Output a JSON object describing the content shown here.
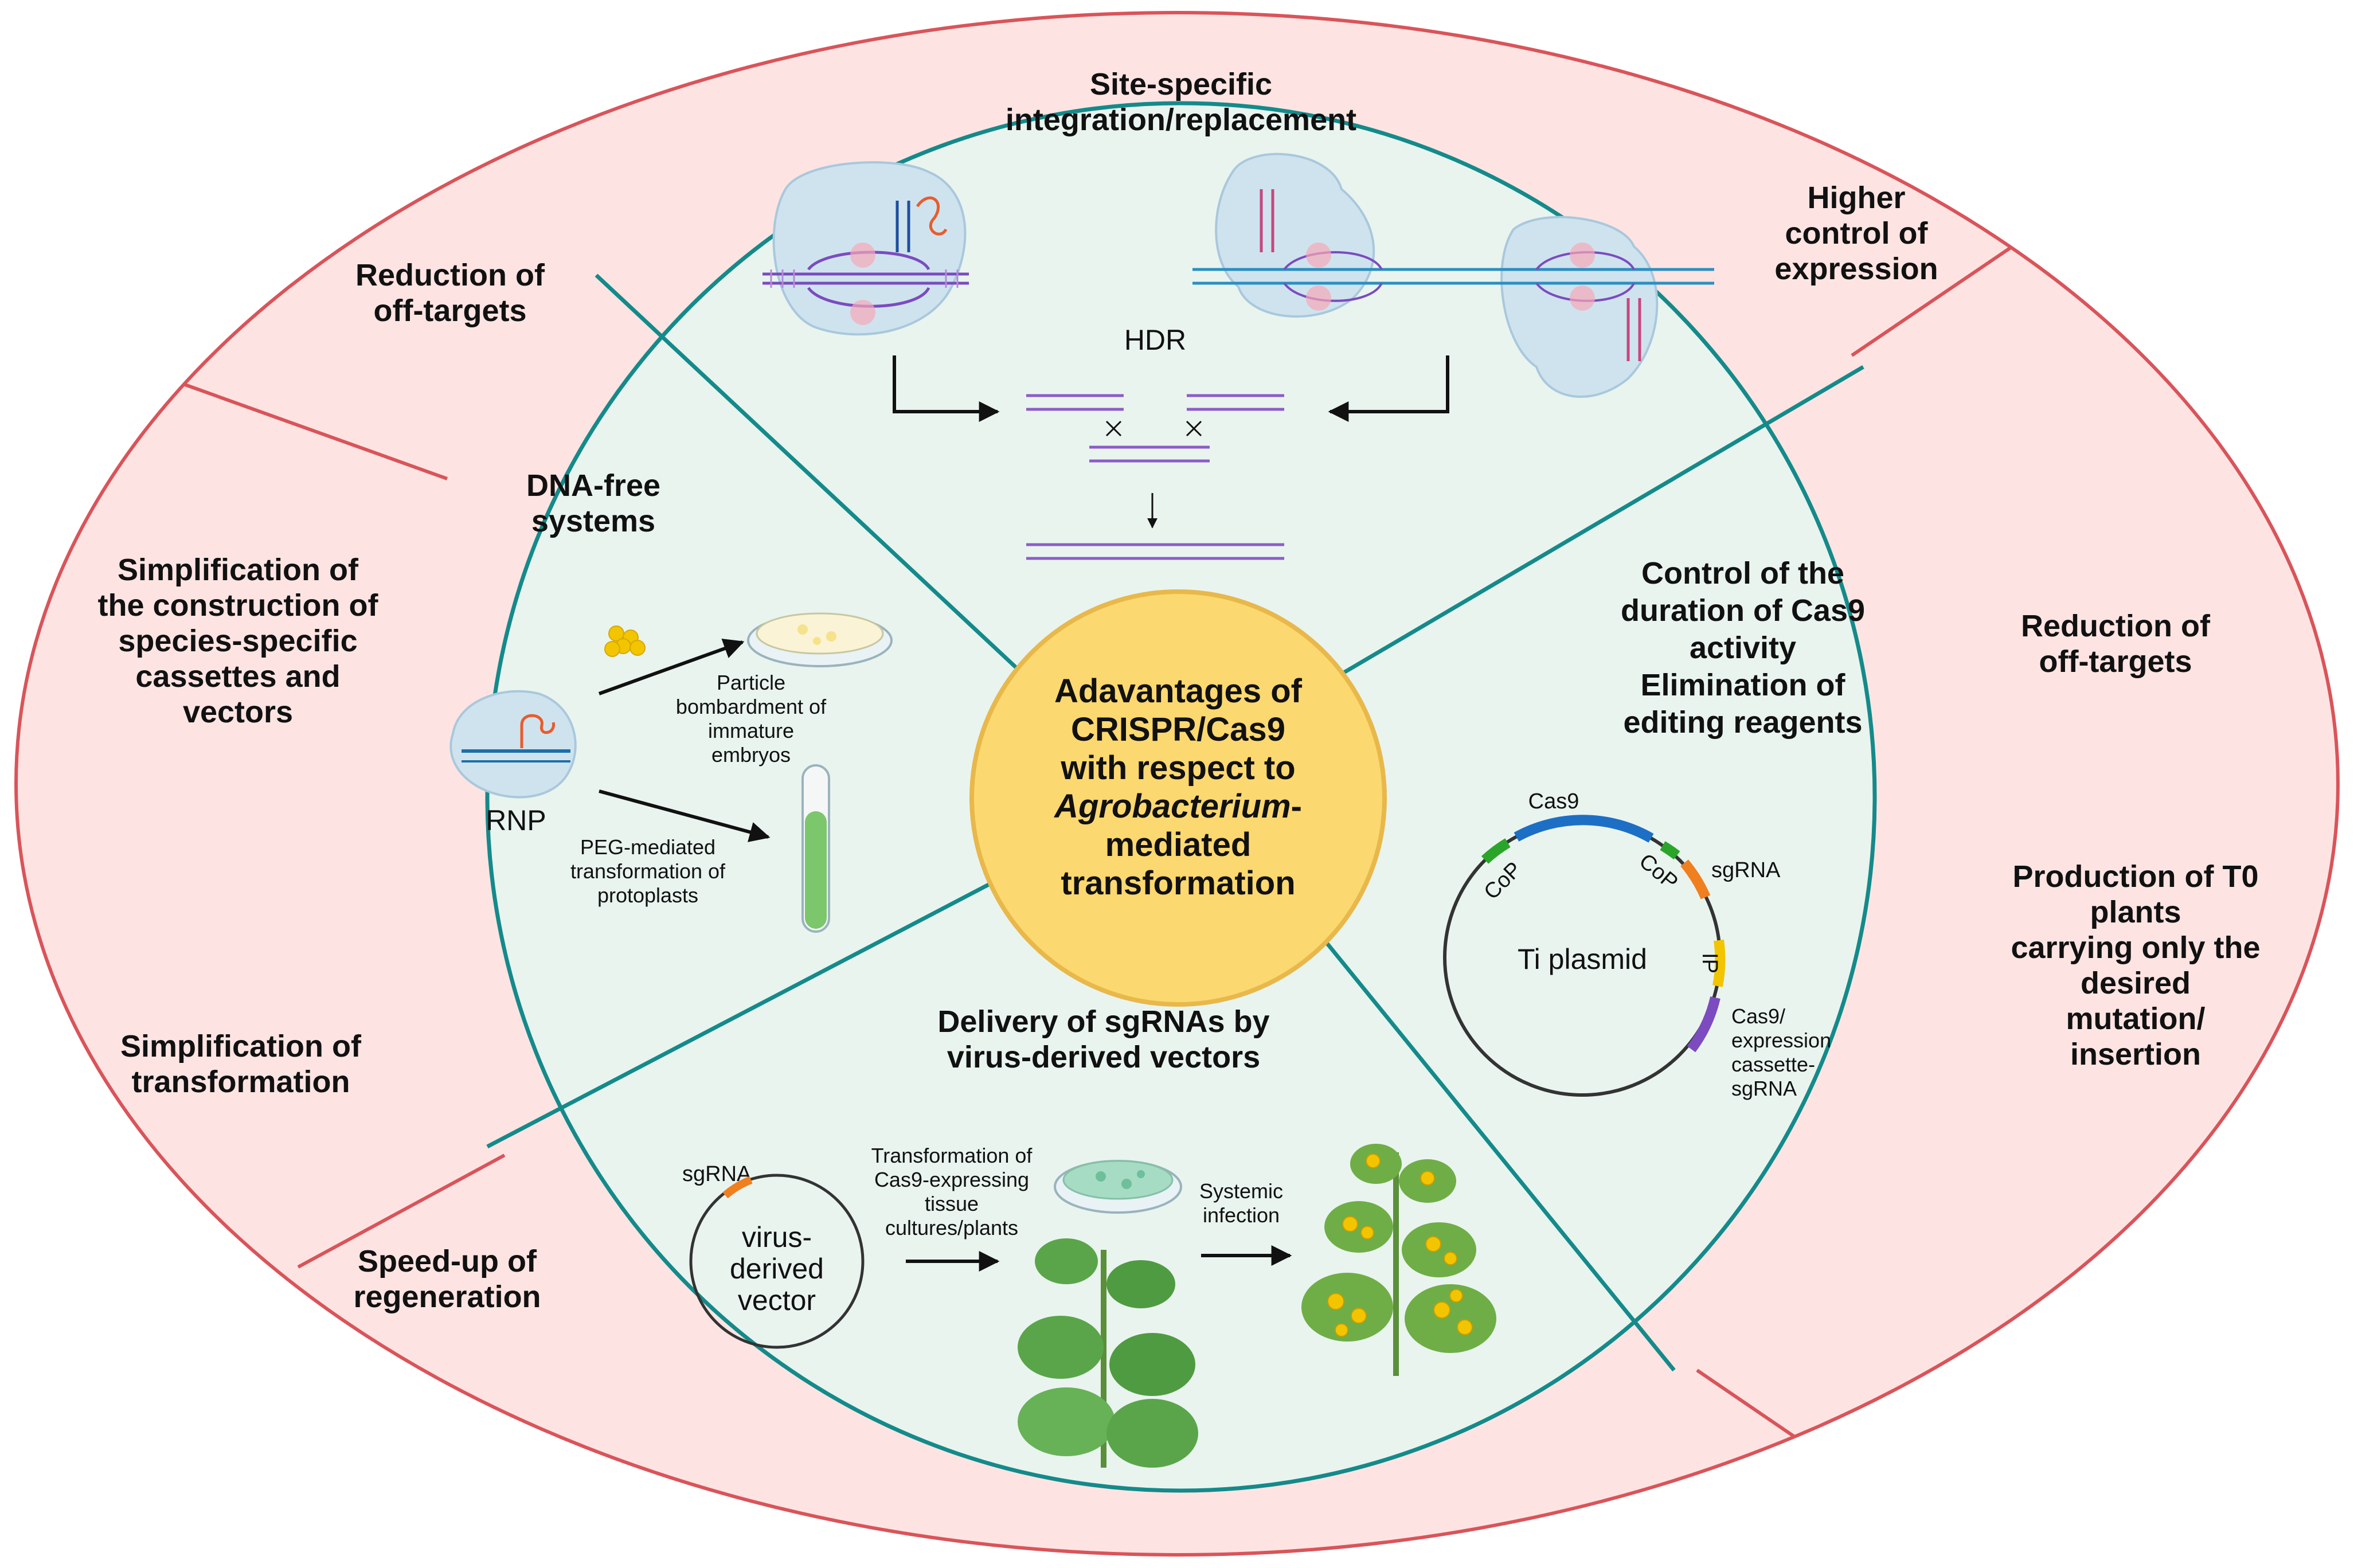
{
  "center": {
    "lines": [
      "Adavantages of",
      "CRISPR/Cas9",
      "with respect to",
      "-",
      "mediated",
      "transformation"
    ],
    "italic_word": "Agrobacterium"
  },
  "inner": {
    "site_specific": {
      "title": [
        "Site-specific",
        "integration/replacement"
      ],
      "hdr": "HDR"
    },
    "dna_free": {
      "title": [
        "DNA-free",
        "systems"
      ],
      "rnp": "RNP",
      "particle": [
        "Particle",
        "bombardment of",
        "immature",
        "embryos"
      ],
      "peg": [
        "PEG-mediated",
        "transformation of",
        "protoplasts"
      ]
    },
    "control": {
      "title": [
        "Control of the",
        "duration of Cas9",
        "activity",
        "Elimination of",
        "editing reagents"
      ],
      "plasmid": {
        "name": "Ti plasmid",
        "cas9": "Cas9",
        "cop_left": "CoP",
        "cop_right": "CoP",
        "sgrna": "sgRNA",
        "ip": "IP",
        "cassette": [
          "Cas9/",
          "expression",
          "cassette-",
          "sgRNA"
        ]
      }
    },
    "delivery": {
      "title": [
        "Delivery of sgRNAs by",
        "virus-derived vectors"
      ],
      "sgrna": "sgRNA",
      "vector": [
        "virus-",
        "derived",
        "vector"
      ],
      "transformation": [
        "Transformation of",
        "Cas9-expressing",
        "tissue",
        "cultures/plants"
      ],
      "systemic": [
        "Systemic",
        "infection"
      ]
    }
  },
  "outer": {
    "top_left": [
      "Reduction of",
      "off-targets"
    ],
    "left_mid": [
      "Simplification of",
      "the construction of",
      "species-specific",
      "cassettes and",
      "vectors"
    ],
    "left_low": [
      "Simplification of",
      "transformation"
    ],
    "bottom_left": [
      "Speed-up of",
      "regeneration"
    ],
    "top_right": [
      "Higher",
      "control of",
      "expression"
    ],
    "right_top": [
      "Reduction of",
      "off-targets"
    ],
    "right_bottom": [
      "Production of T0",
      "plants",
      "carrying only the",
      "desired",
      "mutation/",
      "insertion"
    ]
  },
  "colors": {
    "outer_fill": "#fde4e2",
    "outer_stroke": "#d9545a",
    "inner_fill": "#e9f4ef",
    "inner_stroke": "#148a8a",
    "center_fill": "#fcd870",
    "center_stroke": "#e8b84a"
  }
}
